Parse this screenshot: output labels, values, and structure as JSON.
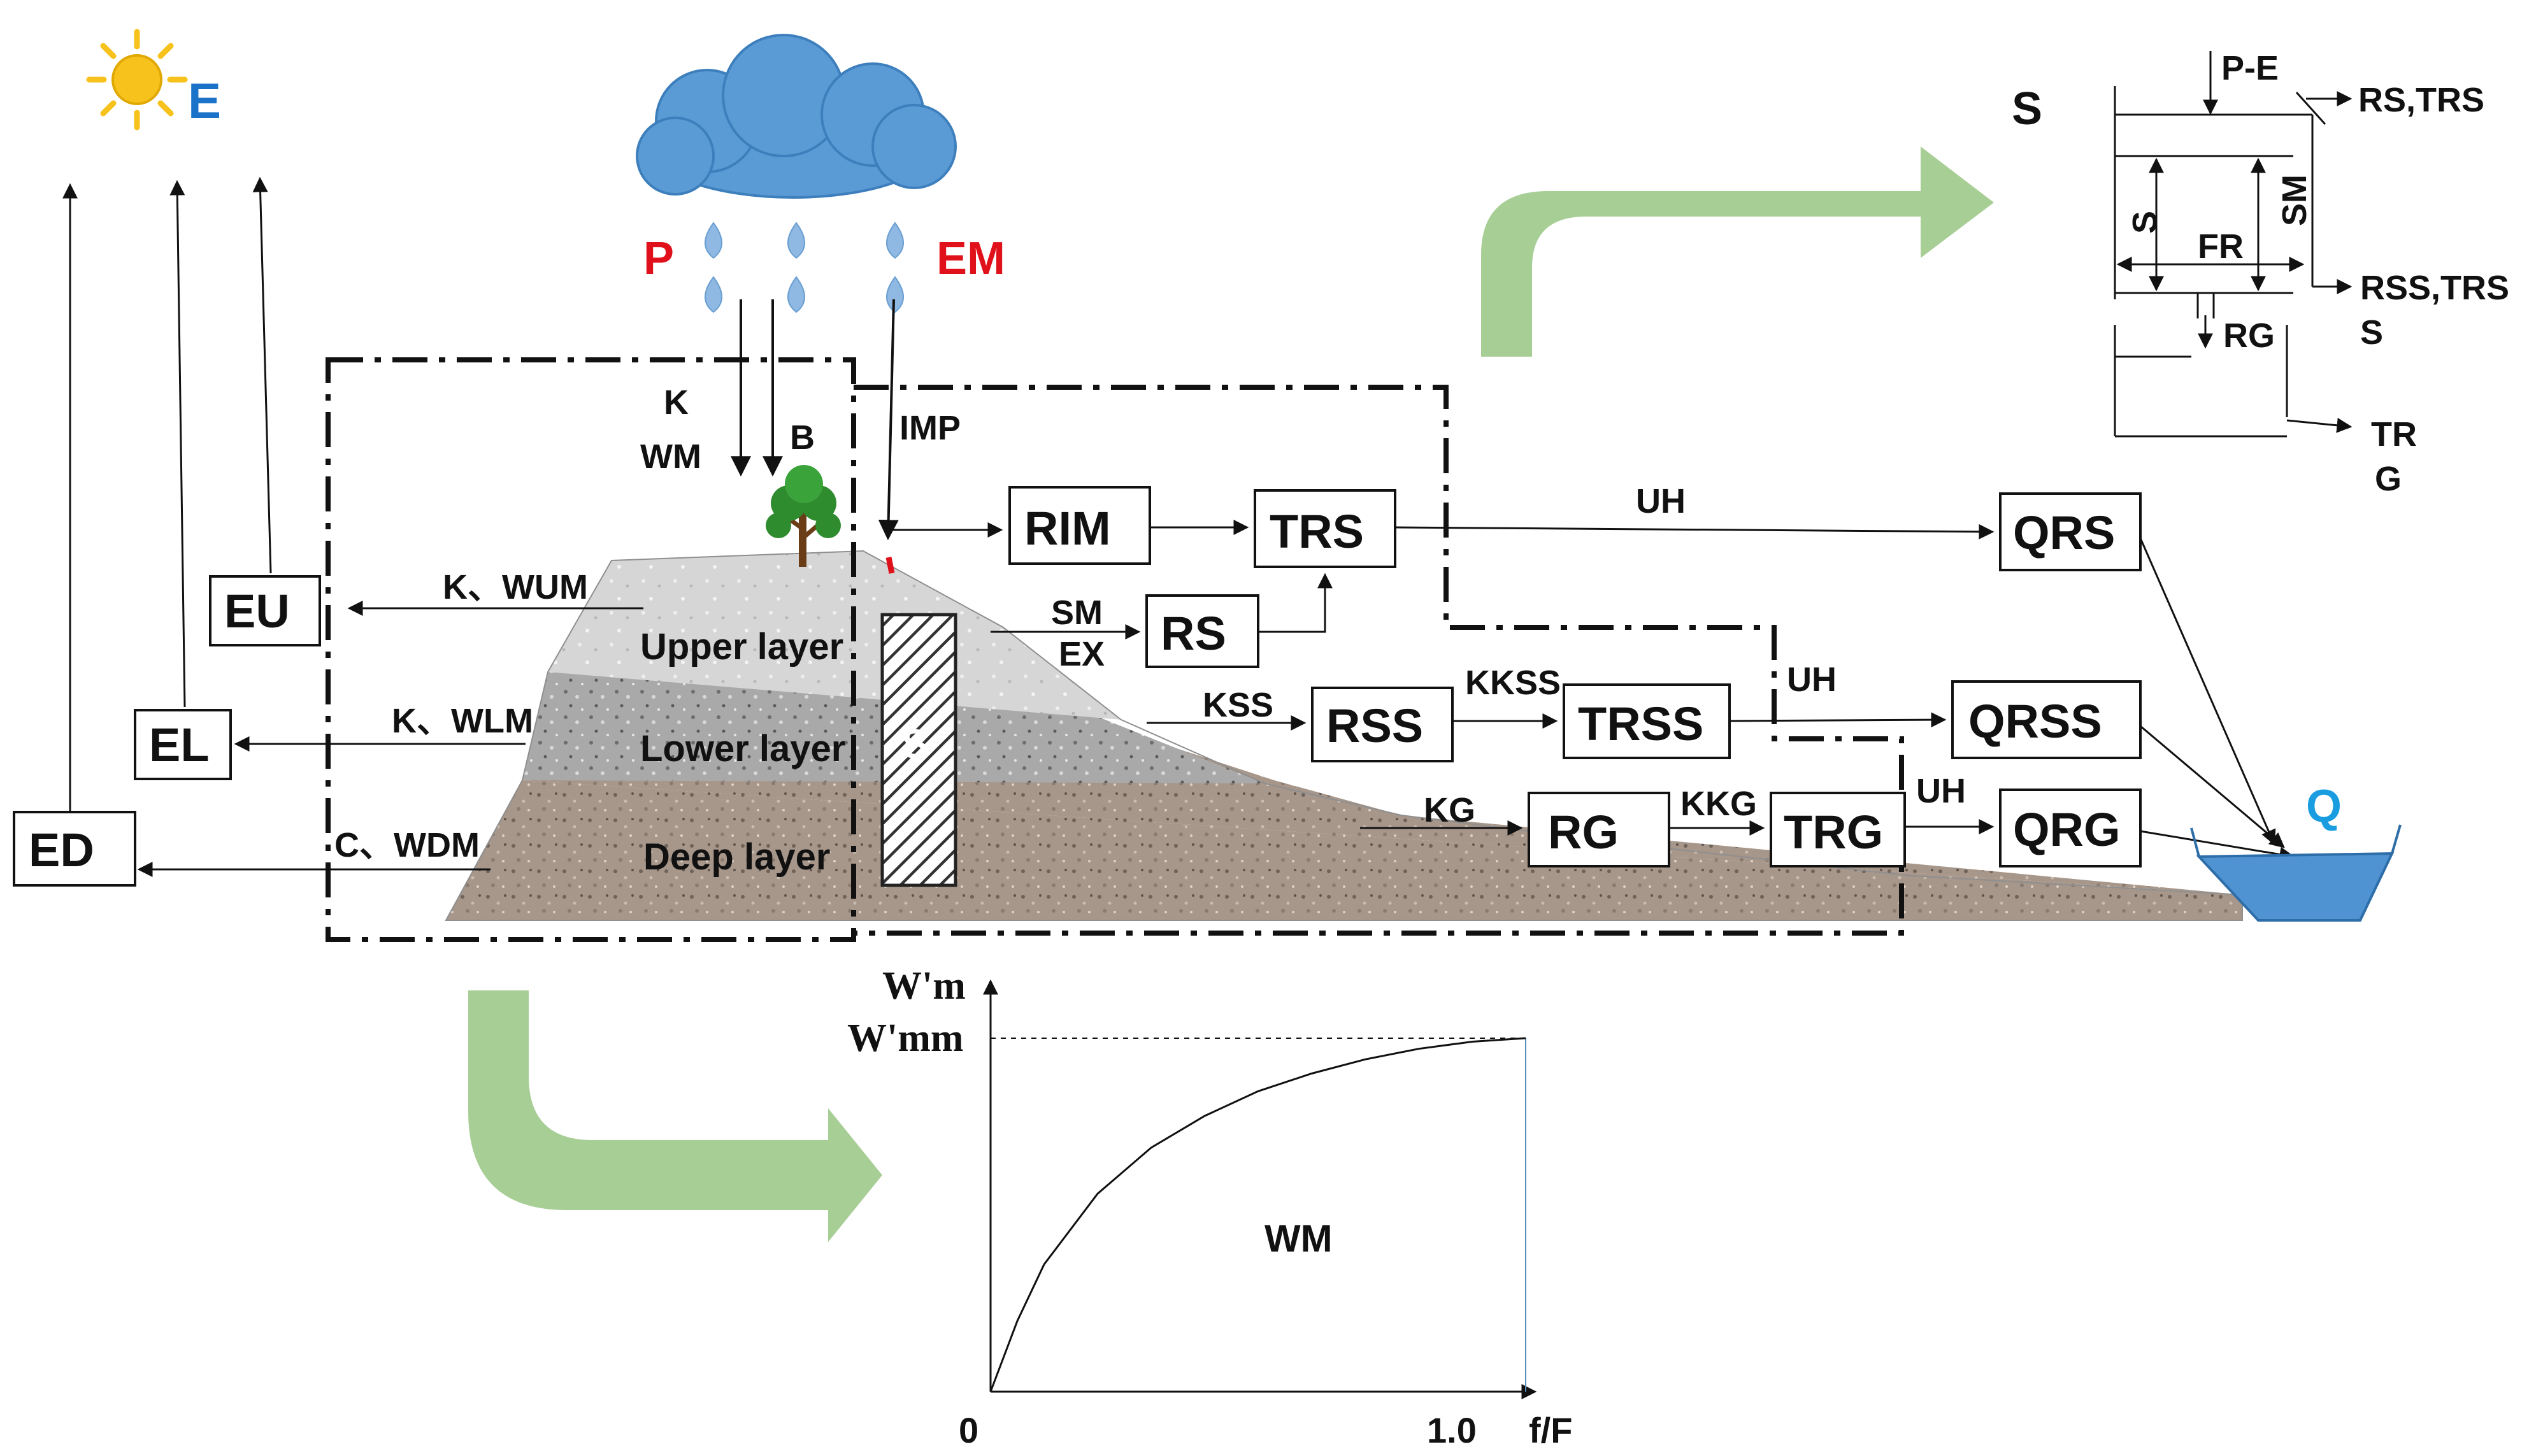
{
  "top": {
    "evaporation_label": "E",
    "precipitation_label": "P",
    "em_label": "EM"
  },
  "colors": {
    "sun": "#f6c21b",
    "cloud": "#5b9bd5",
    "raindrop": "#8fb8e3",
    "red_label": "#e0111b",
    "blue_label": "#1a73c9",
    "green_arrow": "#9dc98a",
    "water": "#4f93d2",
    "soil_deep": "#a7968a",
    "soil_lower": "#a9a9a9",
    "soil_upper": "#d4d4d4"
  },
  "evap_boxes": {
    "eu": "EU",
    "el": "EL",
    "ed": "ED"
  },
  "flow_labels": {
    "k_wum": "K、WUM",
    "k_wlm": "K、WLM",
    "c_wdm": "C、WDM",
    "k": "K",
    "wm": "WM",
    "b": "B",
    "imp": "IMP",
    "sm": "SM",
    "ex": "EX",
    "kss": "KSS",
    "kkss": "KKSS",
    "kg": "KG",
    "kkg": "KKG",
    "uh_1": "UH",
    "uh_2": "UH",
    "uh_3": "UH"
  },
  "layers": {
    "upper": "Upper layer",
    "lower": "Lower layer",
    "deep": "Deep layer",
    "storage": "S"
  },
  "boxes": {
    "rim": "RIM",
    "trs": "TRS",
    "rs": "RS",
    "rss": "RSS",
    "trss": "TRSS",
    "rg": "RG",
    "trg": "TRG",
    "qrs": "QRS",
    "qrss": "QRSS",
    "qrg": "QRG"
  },
  "outlet_label": "Q",
  "inset": {
    "title": "S",
    "p_e": "P-E",
    "rs_trs": "RS,TRS",
    "s_side": "S",
    "sm_side": "SM",
    "fr": "FR",
    "rss_trss_line1": "RSS,TRS",
    "rss_trss_line2": "S",
    "rg": "RG",
    "trg_line1": "TR",
    "trg_line2": "G"
  },
  "curve": {
    "y_label_top": "W'm",
    "y_label_max": "W'mm",
    "area_label": "WM",
    "x_origin": "0",
    "x_one": "1.0",
    "x_axis_label": "f/F"
  },
  "chart_data": {
    "type": "line",
    "title": "",
    "xlabel": "f/F",
    "ylabel": "W'm",
    "xlim": [
      0,
      1.0
    ],
    "ylim": [
      0,
      1.0
    ],
    "series": [
      {
        "x": [
          0,
          0.05,
          0.1,
          0.2,
          0.3,
          0.4,
          0.5,
          0.6,
          0.7,
          0.8,
          0.9,
          1.0
        ],
        "y": [
          0,
          0.2,
          0.36,
          0.56,
          0.69,
          0.78,
          0.85,
          0.9,
          0.94,
          0.97,
          0.99,
          1.0
        ]
      }
    ]
  }
}
